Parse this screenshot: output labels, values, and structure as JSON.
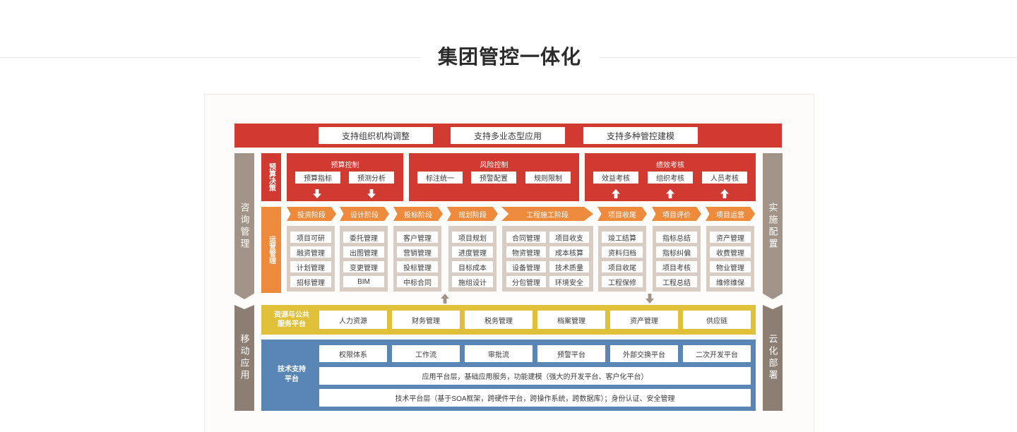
{
  "title": "集团管控一体化",
  "top_bar": [
    "支持组织机构调整",
    "支持多业态型应用",
    "支持多种管控建模"
  ],
  "left_side": {
    "upper": "咨询管理",
    "lower": "移动应用"
  },
  "right_side": {
    "upper": "实施配置",
    "lower": "云化部署"
  },
  "decision": {
    "label": "预算决策",
    "sections": [
      {
        "title": "预算控制",
        "items": [
          "预算指标",
          "预测分析"
        ],
        "arrow": "down"
      },
      {
        "title": "风险控制",
        "items": [
          "标注统一",
          "预警配置",
          "规则限制"
        ],
        "arrow": "none"
      },
      {
        "title": "绩效考核",
        "items": [
          "效益考核",
          "组织考核",
          "人员考核"
        ],
        "arrow": "up"
      }
    ]
  },
  "operations": {
    "label": "运营管理",
    "phases": [
      {
        "name": "投资阶段",
        "items": [
          "项目可研",
          "融资管理",
          "计划管理",
          "招标管理"
        ]
      },
      {
        "name": "设计阶段",
        "items": [
          "委托管理",
          "出图管理",
          "变更管理",
          "BIM"
        ]
      },
      {
        "name": "投标阶段",
        "items": [
          "客户管理",
          "营销管理",
          "投标管理",
          "中标合同"
        ]
      },
      {
        "name": "规划阶段",
        "items": [
          "项目规划",
          "进度管理",
          "目标成本",
          "施组设计"
        ]
      },
      {
        "name": "工程施工阶段",
        "items": [
          "合同管理",
          "项目收支",
          "物资管理",
          "成本核算",
          "设备管理",
          "技术质量",
          "分包管理",
          "环境安全"
        ]
      },
      {
        "name": "项目收尾",
        "items": [
          "竣工结算",
          "资料归档",
          "项目收尾",
          "工程保修"
        ]
      },
      {
        "name": "项目评价",
        "items": [
          "指标总结",
          "指标纠偏",
          "项目考核",
          "工程总结"
        ]
      },
      {
        "name": "项目运营",
        "items": [
          "资产管理",
          "收费管理",
          "物业管理",
          "维修维保"
        ]
      }
    ]
  },
  "resources": {
    "label": "资源与公共服务平台",
    "label_lines": [
      "资源与公共",
      "服务平台"
    ],
    "items": [
      "人力资源",
      "财务管理",
      "税务管理",
      "档案管理",
      "资产管理",
      "供应链"
    ]
  },
  "tech": {
    "label": "技术支持平台",
    "label_lines": [
      "技术支持",
      "平台"
    ],
    "items": [
      "权限体系",
      "工作流",
      "审批流",
      "预警平台",
      "外部交换平台",
      "二次开发平台"
    ],
    "app_layer": "应用平台层，基础应用服务，功能建模（强大的开发平台、客户化平台）",
    "tech_layer": "技术平台层（基于SOA框架，跨硬件平台，跨操作系统，跨数据库）；身份认证、安全管理"
  },
  "colors": {
    "red": "#d13a30",
    "orange": "#ed8a3c",
    "yellow": "#e1c039",
    "blue": "#5a86b6",
    "gray": "#a19388"
  }
}
